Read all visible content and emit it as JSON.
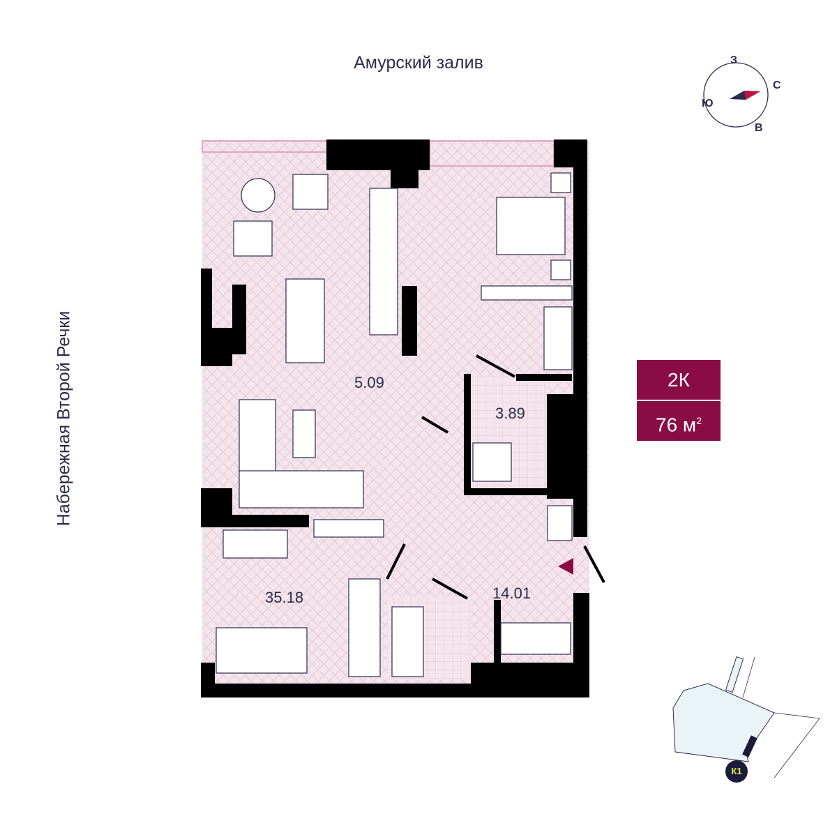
{
  "labels": {
    "north": "Амурский залив",
    "west": "Набережная Второй Речки"
  },
  "compass": {
    "n": "З",
    "e": "С",
    "s": "В",
    "w": "Ю"
  },
  "apartment": {
    "rooms": "2К",
    "area": "76 м",
    "area_unit_sup": "2"
  },
  "rooms": {
    "kitchen_living": "35.18",
    "hall": "5.09",
    "bath1": "3.89",
    "bedroom": "14.01"
  },
  "site_plan": {
    "building_label": "К1"
  },
  "colors": {
    "accent": "#8a0c45",
    "floor": "#f4e4ec",
    "wall": "#000000"
  }
}
